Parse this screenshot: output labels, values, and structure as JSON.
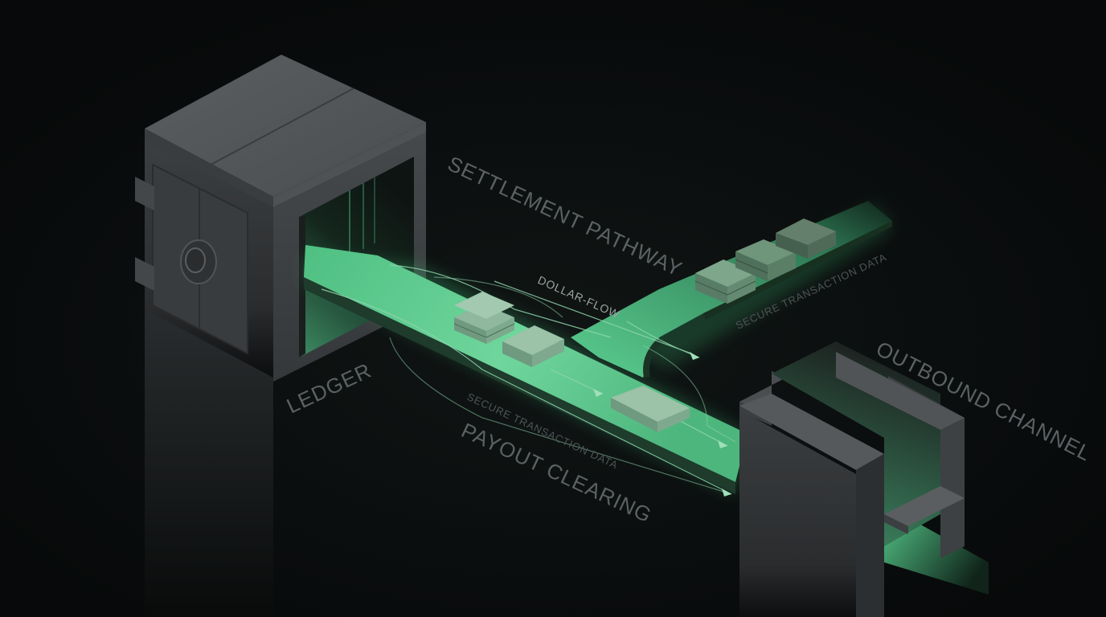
{
  "labels": {
    "settlement_pathway": "SETTLEMENT PATHWAY",
    "dollar_flow": "DOLLAR-FLOW",
    "secure_data_upper": "SECURE TRANSACTION DATA",
    "outbound_channel": "OUTBOUND CHANNEL",
    "ledger": "LEDGER",
    "secure_data_lower": "SECURE TRANSACTION DATA",
    "payout_clearing": "PAYOUT CLEARING"
  },
  "colors": {
    "background": "#090b0b",
    "flow_green": "#5cc98c",
    "block_green": "#8fb89e",
    "vault_gray": "#45484a"
  }
}
